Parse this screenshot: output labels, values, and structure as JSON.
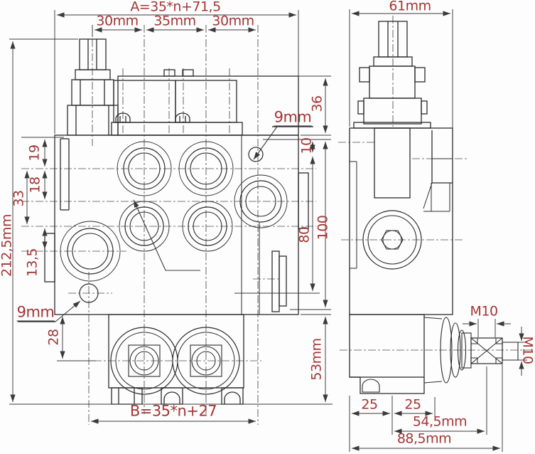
{
  "drawing": {
    "title": "hydraulic-monoblock-valve-dimensional-drawing",
    "colors": {
      "line": "#2e2e2e",
      "dimension_text": "#a33636",
      "background": "#fdfdfd"
    },
    "dims": {
      "a_formula": "A=35*n+71,5",
      "seg30_left": "30mm",
      "seg35": "35mm",
      "seg30_right": "30mm",
      "side_width": "61mm",
      "overall_height": "212,5mm",
      "d19": "19",
      "d18": "18",
      "d33": "33",
      "d13_5": "13,5",
      "hole_top": "9mm",
      "hole_bottom": "9mm",
      "d36": "36",
      "d10": "10",
      "d80": "80",
      "d100": "100",
      "d28": "28",
      "d53": "53mm",
      "b_formula": "B=35*n+27",
      "d25_left": "25",
      "d25_right": "25",
      "d54_5": "54,5mm",
      "d88_5": "88,5mm",
      "thread_top": "M10",
      "thread_side": "M10"
    }
  }
}
